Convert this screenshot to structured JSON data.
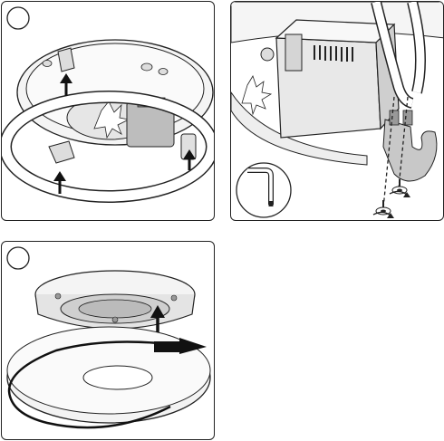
{
  "figure": {
    "panels": [
      {
        "id": "panel-1",
        "step": ""
      },
      {
        "id": "panel-2",
        "step": ""
      },
      {
        "id": "panel-3",
        "step": ""
      }
    ]
  },
  "colors": {
    "line": "#222222",
    "fill_light": "#f2f2f2",
    "fill_mid": "#d9d9d9",
    "fill_dark": "#9a9a9a",
    "highlight_part": "#c8c8c8"
  }
}
